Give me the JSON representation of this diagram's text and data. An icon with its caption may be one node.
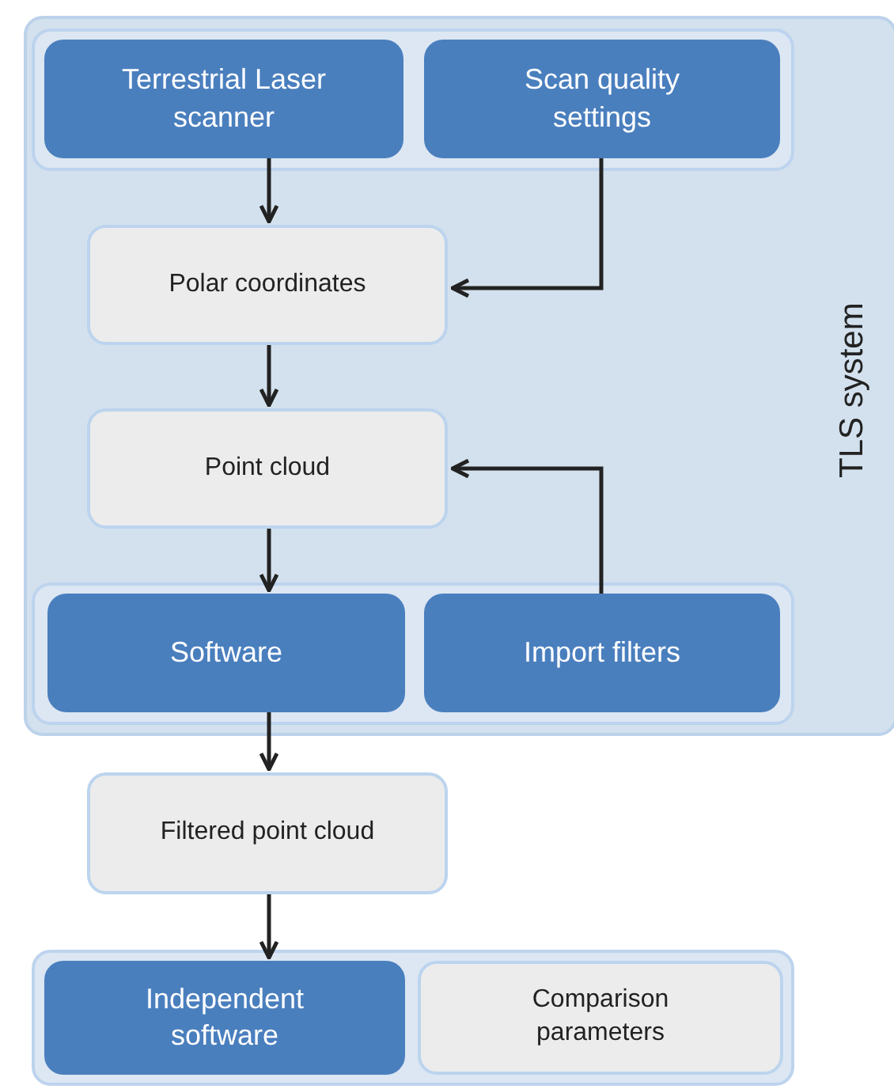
{
  "diagram": {
    "nodes": [
      {
        "text": [
          "TLS system"
        ]
      },
      {
        "text": [],
        "shape": "box",
        "in": 0
      },
      {
        "text": [
          "Terrestrial Laser scanner"
        ],
        "in": 1
      },
      {
        "text": [
          "Scan quality settings"
        ],
        "in": 1
      },
      {
        "text": [
          "Polar coordinates"
        ],
        "in": 0
      },
      {
        "text": [
          "Point cloud"
        ],
        "in": 0
      },
      {
        "text": [],
        "shape": "box",
        "in": 0
      },
      {
        "text": [
          "Software"
        ],
        "in": 6
      },
      {
        "text": [
          "Import filters"
        ],
        "in": 6
      },
      {
        "text": [
          "Filtered point cloud"
        ]
      },
      {
        "text": [],
        "shape": "box"
      },
      {
        "text": [
          "Independent software"
        ],
        "in": 10
      },
      {
        "text": [
          "Comparison parameters"
        ],
        "in": 10
      }
    ],
    "edges": [
      {
        "from": 2,
        "to": 4,
        "arrow": "to"
      },
      {
        "from": 3,
        "to": 4,
        "arrow": "to"
      },
      {
        "from": 4,
        "to": 5,
        "arrow": "to"
      },
      {
        "from": 8,
        "to": 5,
        "arrow": "to"
      },
      {
        "from": 5,
        "to": 7,
        "arrow": "to"
      },
      {
        "from": 7,
        "to": 9,
        "arrow": "to"
      },
      {
        "from": 9,
        "to": 11,
        "arrow": "to"
      }
    ]
  }
}
